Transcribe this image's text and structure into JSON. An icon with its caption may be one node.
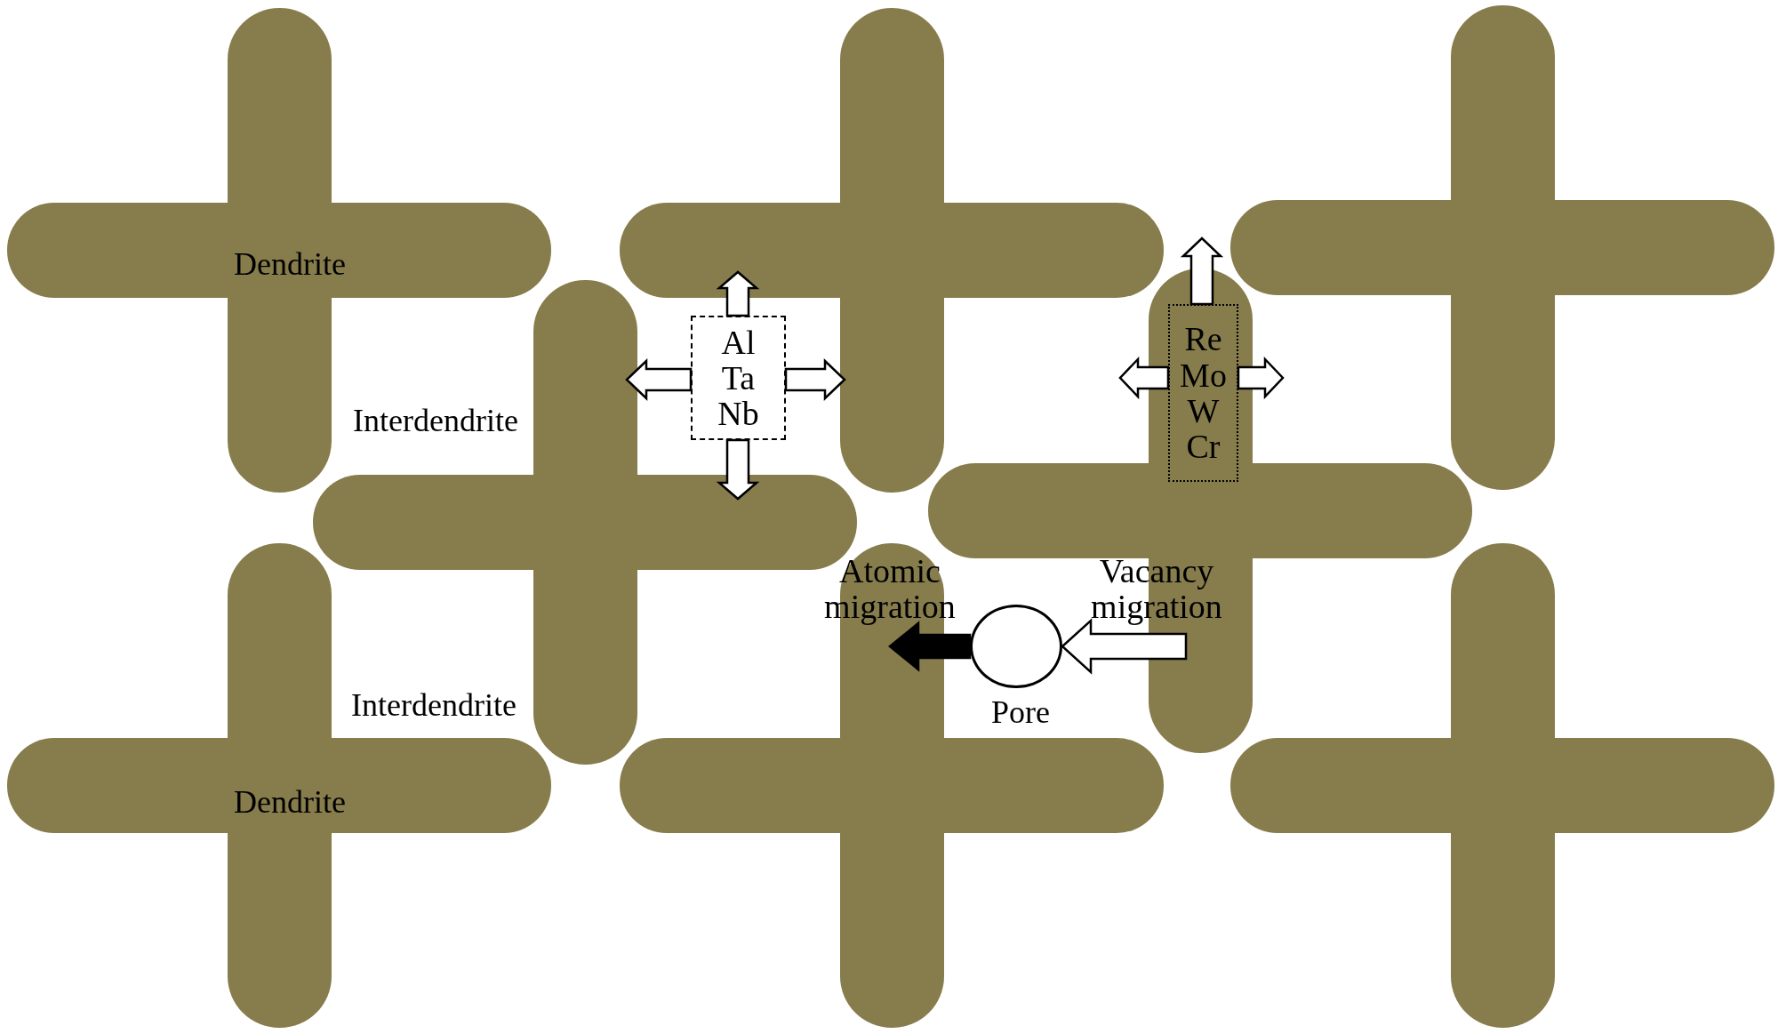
{
  "diagram": {
    "nodes": [
      {
        "text": [
          "Al Ta Nb"
        ]
      },
      {
        "text": [
          "Re Mo W Cr"
        ]
      },
      {
        "text": [],
        "shape": "circle",
        "beside": [
          "Pore"
        ]
      }
    ],
    "edges": [
      {
        "from": 0,
        "to": null,
        "arrow": "to"
      },
      {
        "from": 0,
        "to": null,
        "arrow": "to"
      },
      {
        "from": 0,
        "to": null,
        "arrow": "to"
      },
      {
        "from": 0,
        "to": null,
        "arrow": "to"
      },
      {
        "from": 1,
        "to": null,
        "arrow": "to"
      },
      {
        "from": 1,
        "to": null,
        "arrow": "to"
      },
      {
        "from": 1,
        "to": null,
        "arrow": "to"
      },
      {
        "from": null,
        "to": 2,
        "arrow": "to",
        "label": "Vacancy migration"
      },
      {
        "from": 2,
        "to": null,
        "arrow": "to",
        "label": "Atomic migration",
        "style": "thick"
      }
    ],
    "labels": [
      "Dendrite",
      "Interdendrite",
      "Interdendrite",
      "Dendrite"
    ]
  }
}
